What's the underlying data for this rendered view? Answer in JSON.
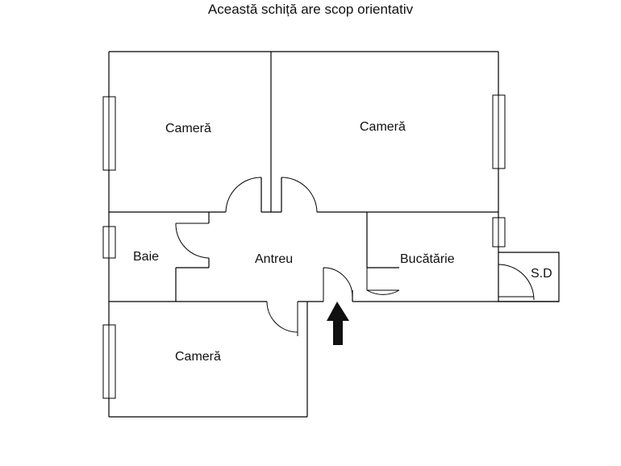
{
  "title": "Această schiță are scop orientativ",
  "rooms": [
    {
      "id": "camera-1",
      "label": "Cameră"
    },
    {
      "id": "camera-2",
      "label": "Cameră"
    },
    {
      "id": "baie",
      "label": "Baie"
    },
    {
      "id": "antreu",
      "label": "Antreu"
    },
    {
      "id": "bucatarie",
      "label": "Bucătărie"
    },
    {
      "id": "sd",
      "label": "S.D"
    },
    {
      "id": "camera-3",
      "label": "Cameră"
    }
  ],
  "colors": {
    "walls": "#000000",
    "background": "#ffffff",
    "entrance_arrow": "#000000"
  }
}
